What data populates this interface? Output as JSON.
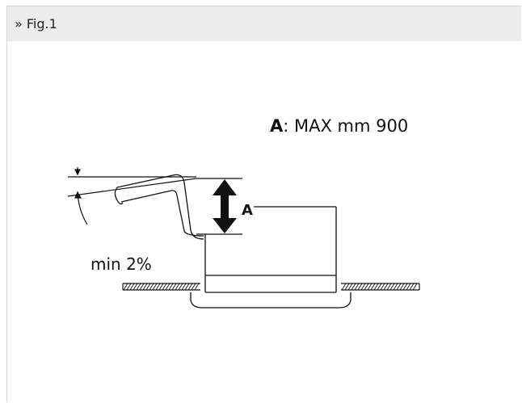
{
  "header": {
    "title": "» Fig.1"
  },
  "diagram": {
    "max_prefix": "A",
    "max_text": ": MAX mm 900",
    "marker_label": "A",
    "slope_label": "min 2%"
  }
}
